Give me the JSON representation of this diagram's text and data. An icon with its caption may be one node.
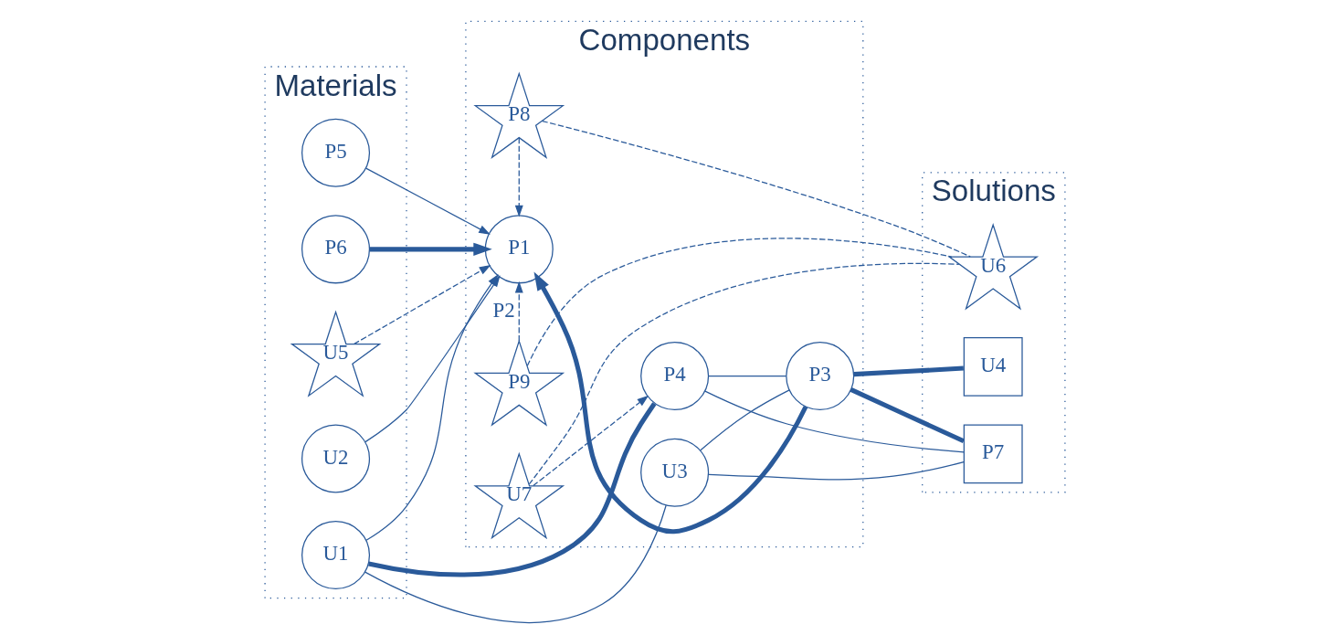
{
  "diagram": {
    "nodes": [
      {
        "text": [
          "Materials"
        ]
      },
      {
        "text": [
          "Components"
        ]
      },
      {
        "text": [
          "Solutions"
        ]
      },
      {
        "text": [
          "U2"
        ],
        "in": 0
      },
      {
        "text": [
          "U1"
        ],
        "in": 0
      },
      {
        "text": [
          "P5"
        ],
        "in": 0
      },
      {
        "text": [
          "P6"
        ],
        "in": 0
      },
      {
        "text": [
          "U5"
        ],
        "in": 0
      },
      {
        "text": [
          "U3"
        ],
        "in": 1
      },
      {
        "text": [
          "P4"
        ],
        "in": 1
      },
      {
        "text": [
          "U7"
        ],
        "in": 1
      },
      {
        "text": [
          "P1"
        ],
        "in": 1
      },
      {
        "text": [
          "P8"
        ],
        "in": 1
      },
      {
        "text": [
          "P9"
        ],
        "in": 1
      },
      {
        "text": [
          "P3"
        ],
        "in": 1
      },
      {
        "text": [
          "P7"
        ],
        "in": 2
      },
      {
        "text": [
          "U4"
        ],
        "in": 2
      },
      {
        "text": [
          "U6"
        ],
        "in": 2
      }
    ],
    "edges": [
      {
        "from": 4,
        "to": 8,
        "arrow": "none"
      },
      {
        "from": 4,
        "to": 9,
        "arrow": "none",
        "style": "thick"
      },
      {
        "from": 4,
        "to": 11,
        "arrow": "to"
      },
      {
        "from": 3,
        "to": 11,
        "arrow": "to"
      },
      {
        "from": 5,
        "to": 11,
        "arrow": "to"
      },
      {
        "from": 6,
        "to": 11,
        "arrow": "to",
        "style": "thick"
      },
      {
        "from": 7,
        "to": 11,
        "arrow": "to",
        "style": "dashed"
      },
      {
        "from": 8,
        "to": 14,
        "arrow": "none"
      },
      {
        "from": 8,
        "to": 15,
        "arrow": "none"
      },
      {
        "from": 9,
        "to": 15,
        "arrow": "none"
      },
      {
        "from": 9,
        "to": 14,
        "arrow": "none"
      },
      {
        "from": 10,
        "to": 9,
        "arrow": "to",
        "style": "dashed"
      },
      {
        "from": 14,
        "to": 11,
        "arrow": "to",
        "style": "thick"
      },
      {
        "from": 12,
        "to": 11,
        "arrow": "to",
        "style": "dashed"
      },
      {
        "from": 13,
        "to": 11,
        "arrow": "to",
        "style": "dashed",
        "label": "P2"
      },
      {
        "from": 14,
        "to": 15,
        "arrow": "none",
        "style": "thick"
      },
      {
        "from": 14,
        "to": 16,
        "arrow": "none",
        "style": "thick"
      },
      {
        "from": 10,
        "to": 17,
        "arrow": "none",
        "style": "dashed"
      },
      {
        "from": 12,
        "to": 17,
        "arrow": "none",
        "style": "dashed"
      },
      {
        "from": 13,
        "to": 17,
        "arrow": "none",
        "style": "dashed"
      }
    ]
  }
}
